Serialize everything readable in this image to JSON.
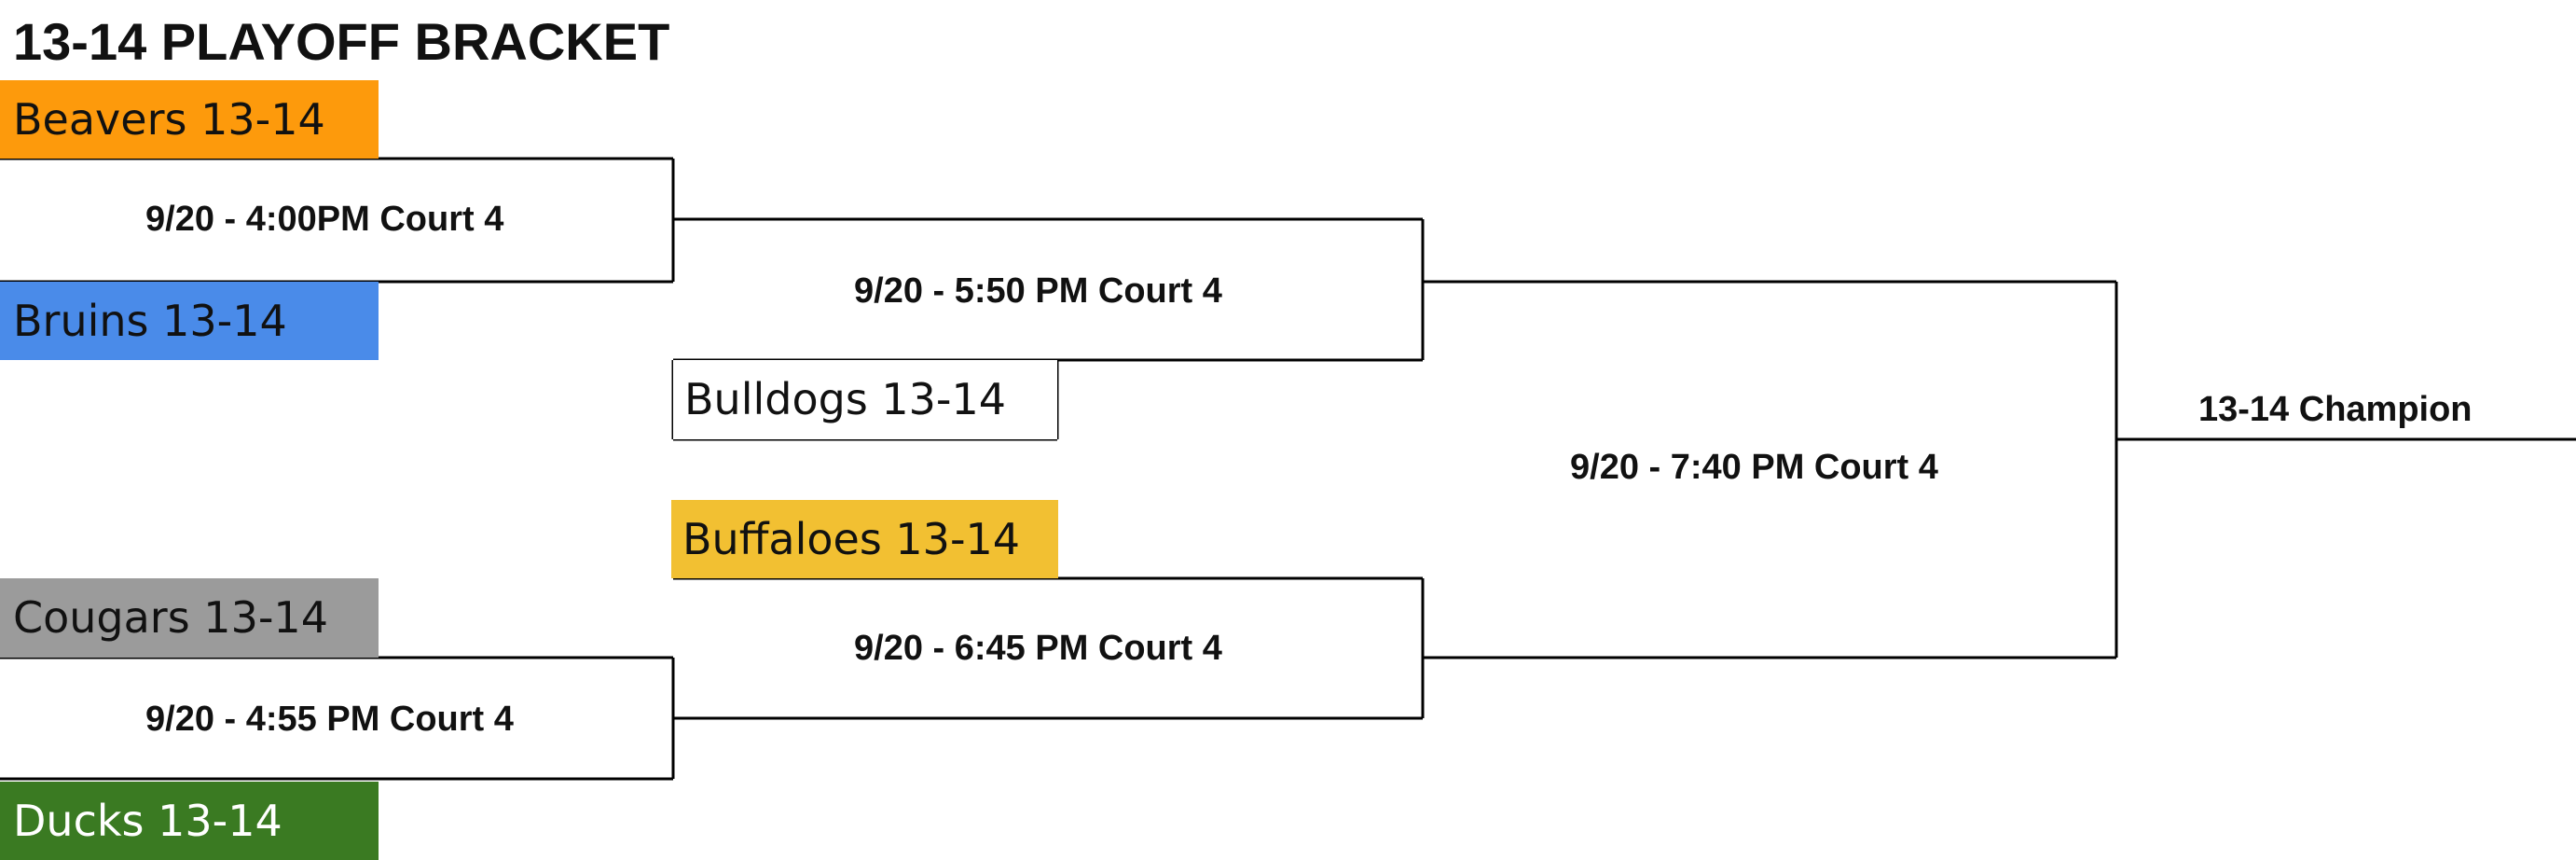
{
  "title": "13-14 PLAYOFF BRACKET",
  "teams": {
    "beavers": {
      "label": "Beavers 13-14",
      "color": "#fd9a0c"
    },
    "bruins": {
      "label": "Bruins 13-14",
      "color": "#4a8be9"
    },
    "bulldogs": {
      "label": "Bulldogs 13-14",
      "color": "#ffffff"
    },
    "buffaloes": {
      "label": "Buffaloes 13-14",
      "color": "#f2c032"
    },
    "cougars": {
      "label": "Cougars 13-14",
      "color": "#9b9b9b"
    },
    "ducks": {
      "label": "Ducks 13-14",
      "color": "#3a7a22"
    }
  },
  "games": {
    "g1": "9/20 - 4:00PM Court 4",
    "g2": "9/20 - 4:55 PM Court 4",
    "g3": "9/20 - 5:50 PM Court 4",
    "g4": "9/20 - 6:45 PM Court 4",
    "g5": "9/20 - 7:40 PM Court 4"
  },
  "champion": "13-14 Champion"
}
